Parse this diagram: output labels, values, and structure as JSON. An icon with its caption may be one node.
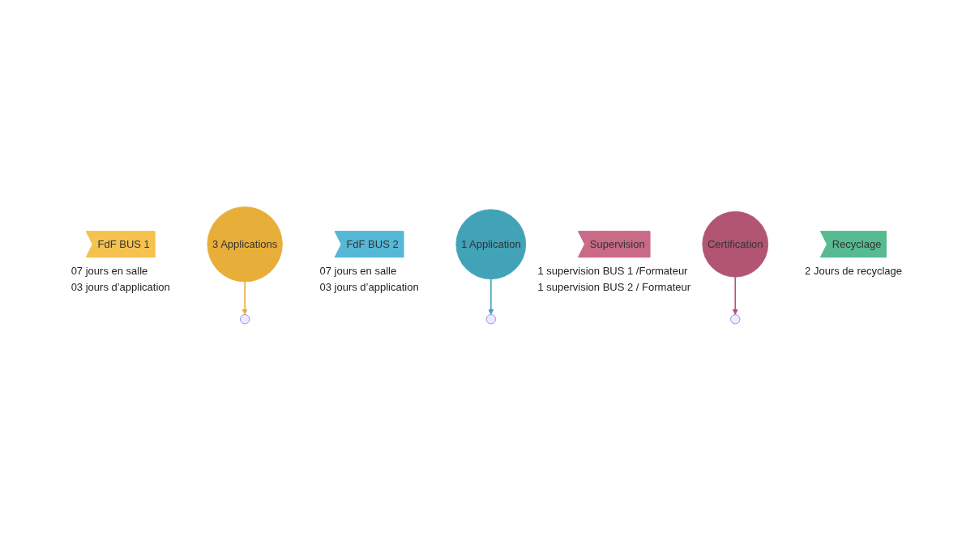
{
  "diagram": {
    "nodes": [
      {
        "text": [
          "FdF BUS 1"
        ],
        "beside": [
          "07 jours en salle",
          "03 jours d’application"
        ]
      },
      {
        "text": [],
        "shape": "circle"
      },
      {
        "text": [
          "3 Applications"
        ]
      },
      {
        "text": [
          "FdF BUS 2"
        ],
        "beside": [
          "07 jours en salle",
          "03 jours d’application"
        ]
      },
      {
        "text": [],
        "shape": "circle"
      },
      {
        "text": [
          "1 Application"
        ]
      },
      {
        "text": [
          "Supervision"
        ],
        "beside": [
          "1 supervision BUS 1 /Formateur",
          "1 supervision BUS 2 / Formateur"
        ]
      },
      {
        "text": [],
        "shape": "circle"
      },
      {
        "text": [
          "Certification"
        ]
      },
      {
        "text": [
          "Recyclage"
        ],
        "beside": [
          "2 Jours de recyclage"
        ]
      }
    ],
    "edges": [
      {
        "from": 2,
        "to": 1,
        "arrow": "to",
        "color": "#e8ae3a"
      },
      {
        "from": 5,
        "to": 4,
        "arrow": "to",
        "color": "#42a2b8"
      },
      {
        "from": 8,
        "to": 7,
        "arrow": "to",
        "color": "#b15573"
      }
    ]
  }
}
